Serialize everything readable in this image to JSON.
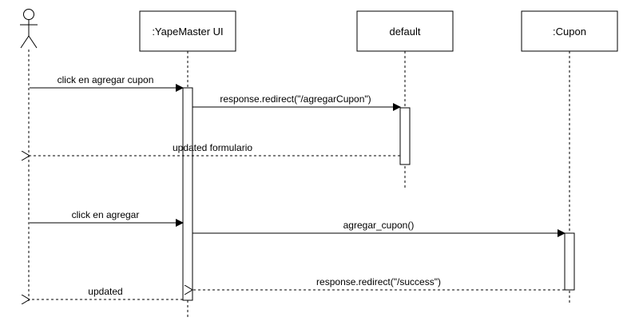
{
  "participants": [
    {
      "id": "actor",
      "label": ""
    },
    {
      "id": "ui",
      "label": ":YapeMaster UI"
    },
    {
      "id": "default",
      "label": "default"
    },
    {
      "id": "cupon",
      "label": ":Cupon"
    }
  ],
  "messages": [
    {
      "id": "m1",
      "label": "click en agregar cupon",
      "from": "actor",
      "to": "ui",
      "kind": "sync"
    },
    {
      "id": "m2",
      "label": "response.redirect(\"/agregarCupon\")",
      "from": "ui",
      "to": "default",
      "kind": "sync"
    },
    {
      "id": "m3",
      "label": "updated formulario",
      "from": "default",
      "to": "actor",
      "kind": "return"
    },
    {
      "id": "m4",
      "label": "click en agregar",
      "from": "actor",
      "to": "ui",
      "kind": "sync"
    },
    {
      "id": "m5",
      "label": "agregar_cupon()",
      "from": "ui",
      "to": "cupon",
      "kind": "sync"
    },
    {
      "id": "m6",
      "label": "response.redirect(\"/success\")",
      "from": "cupon",
      "to": "ui",
      "kind": "return"
    },
    {
      "id": "m7",
      "label": "updated",
      "from": "ui",
      "to": "actor",
      "kind": "return"
    }
  ]
}
